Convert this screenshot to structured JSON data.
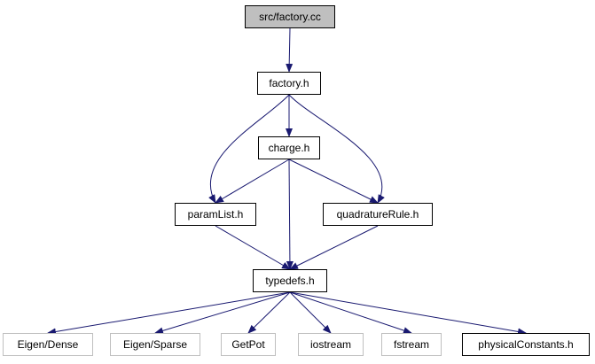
{
  "graph": {
    "nodes": {
      "factory_cc": {
        "label": "src/factory.cc",
        "kind": "current"
      },
      "factory_h": {
        "label": "factory.h",
        "kind": "internal"
      },
      "charge_h": {
        "label": "charge.h",
        "kind": "internal"
      },
      "paramlist_h": {
        "label": "paramList.h",
        "kind": "internal"
      },
      "quadrature_h": {
        "label": "quadratureRule.h",
        "kind": "internal"
      },
      "typedefs_h": {
        "label": "typedefs.h",
        "kind": "internal"
      },
      "eigen_dense": {
        "label": "Eigen/Dense",
        "kind": "external"
      },
      "eigen_sparse": {
        "label": "Eigen/Sparse",
        "kind": "external"
      },
      "getpot": {
        "label": "GetPot",
        "kind": "external"
      },
      "iostream": {
        "label": "iostream",
        "kind": "external"
      },
      "fstream": {
        "label": "fstream",
        "kind": "external"
      },
      "physconst_h": {
        "label": "physicalConstants.h",
        "kind": "internal"
      }
    },
    "edges": [
      [
        "factory_cc",
        "factory_h"
      ],
      [
        "factory_h",
        "charge_h"
      ],
      [
        "factory_h",
        "paramlist_h"
      ],
      [
        "factory_h",
        "quadrature_h"
      ],
      [
        "charge_h",
        "paramlist_h"
      ],
      [
        "charge_h",
        "quadrature_h"
      ],
      [
        "charge_h",
        "typedefs_h"
      ],
      [
        "paramlist_h",
        "typedefs_h"
      ],
      [
        "quadrature_h",
        "typedefs_h"
      ],
      [
        "typedefs_h",
        "eigen_dense"
      ],
      [
        "typedefs_h",
        "eigen_sparse"
      ],
      [
        "typedefs_h",
        "getpot"
      ],
      [
        "typedefs_h",
        "iostream"
      ],
      [
        "typedefs_h",
        "fstream"
      ],
      [
        "typedefs_h",
        "physconst_h"
      ]
    ],
    "colors": {
      "edge": "#191970",
      "border": "#000000",
      "external_border": "#bfbfbf",
      "current_fill": "#bfbfbf"
    }
  }
}
